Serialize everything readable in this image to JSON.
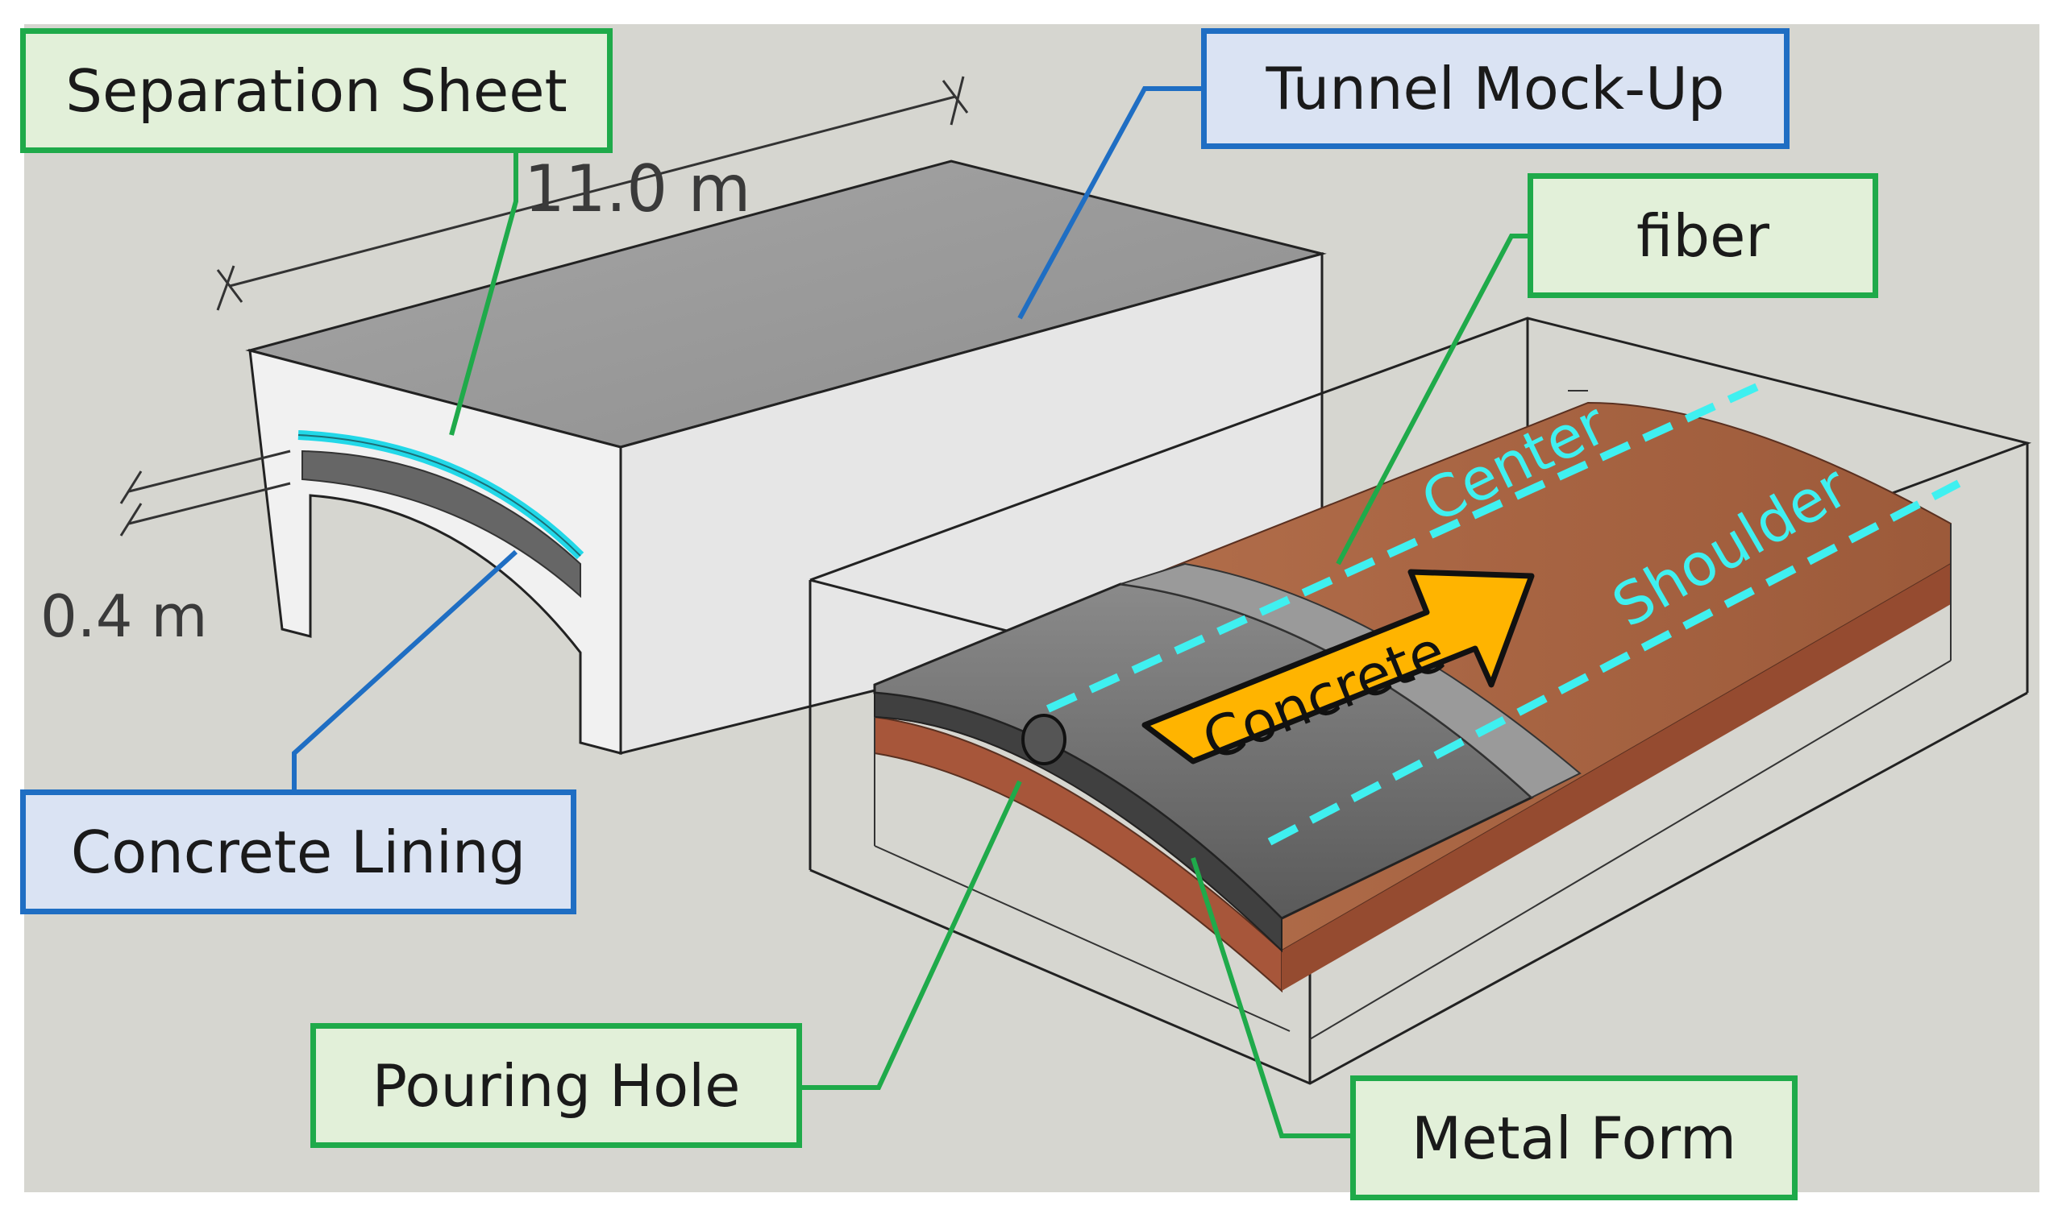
{
  "labels": {
    "separation_sheet": "Separation Sheet",
    "tunnel_mockup": "Tunnel Mock-Up",
    "fiber": "fiber",
    "concrete_lining": "Concrete Lining",
    "pouring_hole": "Pouring Hole",
    "metal_form": "Metal Form"
  },
  "dimensions": {
    "length": "11.0 m",
    "thickness": "0.4 m"
  },
  "annotations": {
    "center": "Center",
    "shoulder": "Shoulder",
    "flow": "Concrete"
  },
  "colors": {
    "green_border": "#1faa4a",
    "green_fill": "#e2f0d9",
    "blue_border": "#1f6ec3",
    "blue_fill": "#dae3f3",
    "cyan_dash": "#3ff0f0",
    "arrow_fill": "#ffb400",
    "sheet_cyan": "#22d8e8",
    "concrete_brown": "#a0522d"
  }
}
